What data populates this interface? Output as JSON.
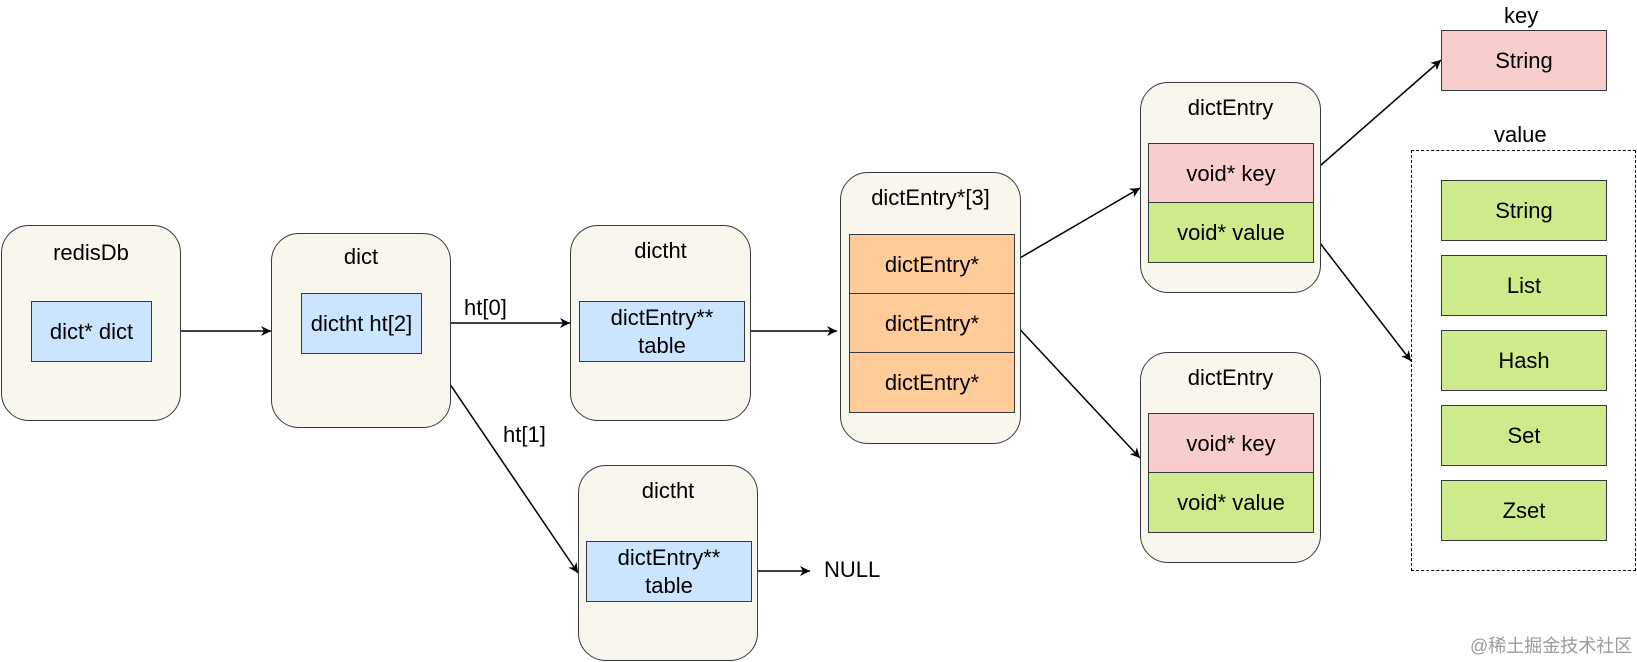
{
  "redisDb": {
    "title": "redisDb",
    "field": "dict* dict"
  },
  "dict": {
    "title": "dict",
    "field": "dictht ht[2]"
  },
  "dictht0": {
    "title": "dictht",
    "field": "dictEntry**\ntable"
  },
  "dictht1": {
    "title": "dictht",
    "field": "dictEntry**\ntable"
  },
  "bucket_array": {
    "title": "dictEntry*[3]",
    "slots": [
      "dictEntry*",
      "dictEntry*",
      "dictEntry*"
    ]
  },
  "entry_top": {
    "title": "dictEntry",
    "key": "void* key",
    "value": "void* value"
  },
  "entry_bottom": {
    "title": "dictEntry",
    "key": "void* key",
    "value": "void* value"
  },
  "edge_labels": {
    "ht0": "ht[0]",
    "ht1": "ht[1]",
    "null": "NULL"
  },
  "key_group": {
    "label": "key",
    "types": [
      "String"
    ]
  },
  "value_group": {
    "label": "value",
    "types": [
      "String",
      "List",
      "Hash",
      "Set",
      "Zset"
    ]
  },
  "watermark": "@稀土掘金技术社区",
  "colors": {
    "container": "#f9f7ed",
    "blue": "#cce5ff",
    "orange": "#ffcc99",
    "pink": "#f8cecc",
    "green": "#cdeb8b"
  }
}
